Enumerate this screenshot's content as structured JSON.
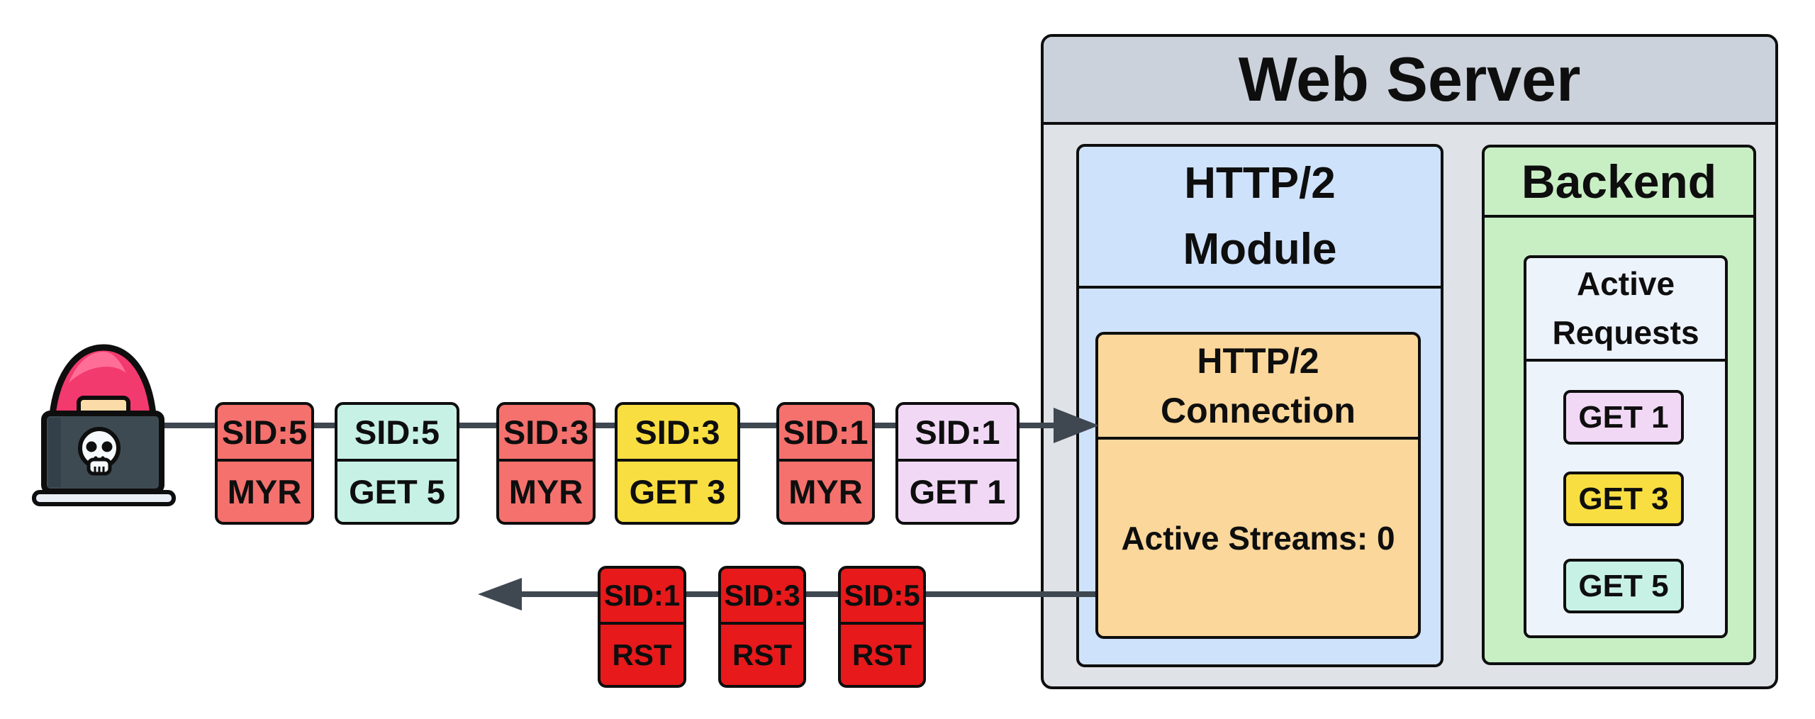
{
  "diagram": {
    "attacker": {
      "icon": "hacker-skull-laptop-icon"
    },
    "request_flow": {
      "direction": "attacker-to-server",
      "packets": [
        {
          "sid": "SID:5",
          "payload": "MYR",
          "color": "#F4716D"
        },
        {
          "sid": "SID:5",
          "payload": "GET 5",
          "color": "#C8F1E5"
        },
        {
          "sid": "SID:3",
          "payload": "MYR",
          "color": "#F4716D"
        },
        {
          "sid": "SID:3",
          "payload": "GET 3",
          "color": "#F8DE41"
        },
        {
          "sid": "SID:1",
          "payload": "MYR",
          "color": "#F4716D"
        },
        {
          "sid": "SID:1",
          "payload": "GET 1",
          "color": "#F1D9F6"
        }
      ]
    },
    "response_flow": {
      "direction": "server-to-attacker",
      "packets": [
        {
          "sid": "SID:1",
          "payload": "RST",
          "color": "#E7191B"
        },
        {
          "sid": "SID:3",
          "payload": "RST",
          "color": "#E7191B"
        },
        {
          "sid": "SID:5",
          "payload": "RST",
          "color": "#E7191B"
        }
      ]
    },
    "web_server": {
      "title": "Web Server",
      "header_color": "#CCD2DB",
      "body_color": "#DFE2E6",
      "http2_module": {
        "title": "HTTP/2 Module",
        "color": "#CFE2FB",
        "connection": {
          "title": "HTTP/2 Connection",
          "status": "Active Streams: 0",
          "color": "#FBD79B"
        }
      },
      "backend": {
        "title": "Backend",
        "color": "#C8EFC4",
        "active_requests": {
          "title": "Active Requests",
          "color": "#EDF3FB",
          "items": [
            {
              "label": "GET 1",
              "color": "#F1D9F6"
            },
            {
              "label": "GET 3",
              "color": "#F8DE41"
            },
            {
              "label": "GET 5",
              "color": "#C8F1E5"
            }
          ]
        }
      }
    },
    "colors": {
      "arrow": "#3F4751",
      "border": "#0E0E0E"
    }
  }
}
